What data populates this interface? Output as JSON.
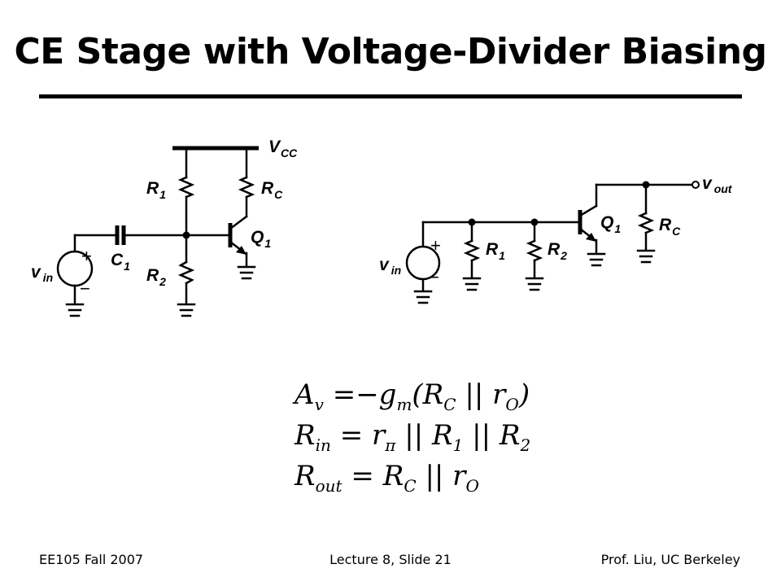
{
  "slide": {
    "title": "CE Stage with Voltage-Divider Biasing"
  },
  "circuit_left": {
    "supply_label": "V",
    "supply_sub": "CC",
    "r1_label": "R",
    "r1_sub": "1",
    "rc_label": "R",
    "rc_sub": "C",
    "q1_label": "Q",
    "q1_sub": "1",
    "c1_label": "C",
    "c1_sub": "1",
    "r2_label": "R",
    "r2_sub": "2",
    "vin_label": "v",
    "vin_sub": "in",
    "plus": "+",
    "minus": "−"
  },
  "circuit_right": {
    "vout_label": "v",
    "vout_sub": "out",
    "q1_label": "Q",
    "q1_sub": "1",
    "rc_label": "R",
    "rc_sub": "C",
    "r1_label": "R",
    "r1_sub": "1",
    "r2_label": "R",
    "r2_sub": "2",
    "vin_label": "v",
    "vin_sub": "in",
    "plus": "+",
    "minus": "−"
  },
  "equations": {
    "av": {
      "lhs": "A",
      "lhs_sub": "v",
      "rhs_a": "−g",
      "rhs_a_sub": "m",
      "rhs_b": "(R",
      "rhs_b_sub": "C",
      "rhs_c": "||",
      "rhs_d": "r",
      "rhs_d_sub": "O",
      "rhs_e": ")"
    },
    "rin": {
      "lhs": "R",
      "lhs_sub": "in",
      "rhs_a": "r",
      "rhs_a_sub": "π",
      "rhs_b": "||",
      "rhs_c": "R",
      "rhs_c_sub": "1",
      "rhs_d": "||",
      "rhs_e": "R",
      "rhs_e_sub": "2"
    },
    "rout": {
      "lhs": "R",
      "lhs_sub": "out",
      "rhs_a": "R",
      "rhs_a_sub": "C",
      "rhs_b": "||",
      "rhs_c": "r",
      "rhs_c_sub": "O"
    },
    "equals": "="
  },
  "footer": {
    "left": "EE105 Fall 2007",
    "center": "Lecture 8, Slide 21",
    "right": "Prof. Liu, UC Berkeley"
  }
}
